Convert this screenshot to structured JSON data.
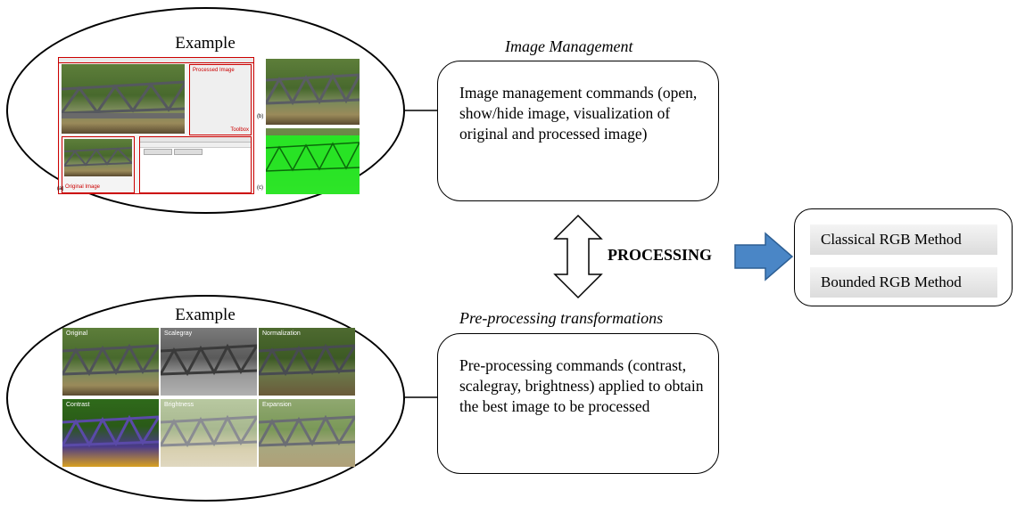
{
  "top_example": {
    "label": "Example",
    "gui_labels": {
      "processed_image": "Processed Image",
      "toolbox": "Toolbox",
      "original_image": "Original Image"
    },
    "panel_labels": [
      "(a)",
      "(b)",
      "(c)"
    ]
  },
  "bottom_example": {
    "label": "Example",
    "cells": [
      "Original",
      "Scalegray",
      "Normalization",
      "Contrast",
      "Brightness",
      "Expansion"
    ]
  },
  "image_management": {
    "title": "Image Management",
    "text": "Image management commands (open, show/hide image, visualization of original and processed image)"
  },
  "preprocessing": {
    "title": "Pre-processing transformations",
    "text": "Pre-processing commands (contrast, scalegray, brightness) applied to obtain the best image to be processed"
  },
  "processing": {
    "label": "PROCESSING"
  },
  "methods": {
    "items": [
      "Classical RGB Method",
      "Bounded RGB Method"
    ]
  },
  "colors": {
    "arrow_fill": "#4a86c6",
    "highlight_green": "#22ee22",
    "annotation_red": "#cc0000"
  }
}
